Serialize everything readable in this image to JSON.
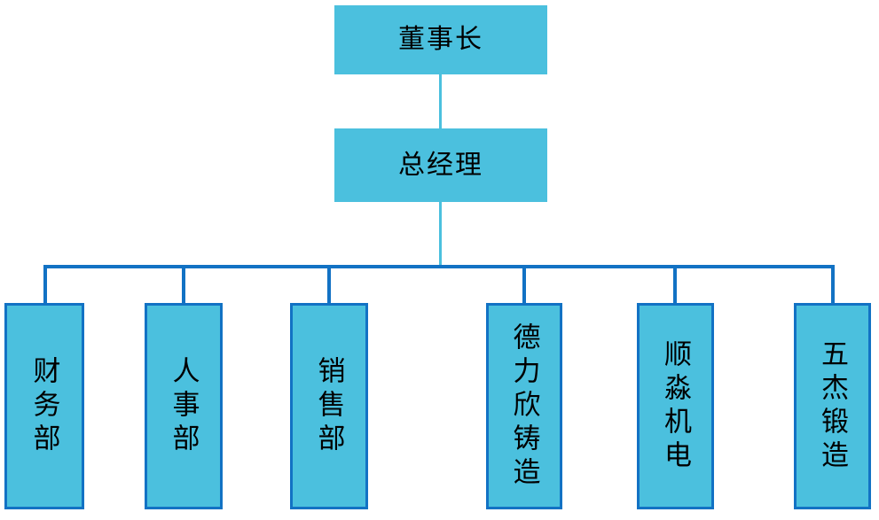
{
  "chart": {
    "type": "org-chart",
    "title": "",
    "colors": {
      "node_fill": "#4BC0DE",
      "dept_border": "#1272C4",
      "connector_main": "#1272C4",
      "connector_stem": "#4BC0DE",
      "text": "#000000",
      "background": "#FFFFFF"
    },
    "levels": [
      {
        "level": 1,
        "nodes": [
          {
            "id": "chairman",
            "label": "董事长",
            "orientation": "horizontal"
          }
        ]
      },
      {
        "level": 2,
        "nodes": [
          {
            "id": "general-manager",
            "label": "总经理",
            "orientation": "horizontal"
          }
        ]
      },
      {
        "level": 3,
        "nodes": [
          {
            "id": "finance-dept",
            "label": "财务部",
            "orientation": "vertical"
          },
          {
            "id": "hr-dept",
            "label": "人事部",
            "orientation": "vertical"
          },
          {
            "id": "sales-dept",
            "label": "销售部",
            "orientation": "vertical"
          },
          {
            "id": "delixin-casting",
            "label": "德力欣铸造",
            "orientation": "vertical"
          },
          {
            "id": "shunmiao-electro",
            "label": "顺淼机电",
            "orientation": "vertical"
          },
          {
            "id": "wujie-forging",
            "label": "五杰锻造",
            "orientation": "vertical"
          }
        ]
      }
    ],
    "edges": [
      {
        "from": "chairman",
        "to": "general-manager"
      },
      {
        "from": "general-manager",
        "to": "finance-dept"
      },
      {
        "from": "general-manager",
        "to": "hr-dept"
      },
      {
        "from": "general-manager",
        "to": "sales-dept"
      },
      {
        "from": "general-manager",
        "to": "delixin-casting"
      },
      {
        "from": "general-manager",
        "to": "shunmiao-electro"
      },
      {
        "from": "general-manager",
        "to": "wujie-forging"
      }
    ]
  }
}
